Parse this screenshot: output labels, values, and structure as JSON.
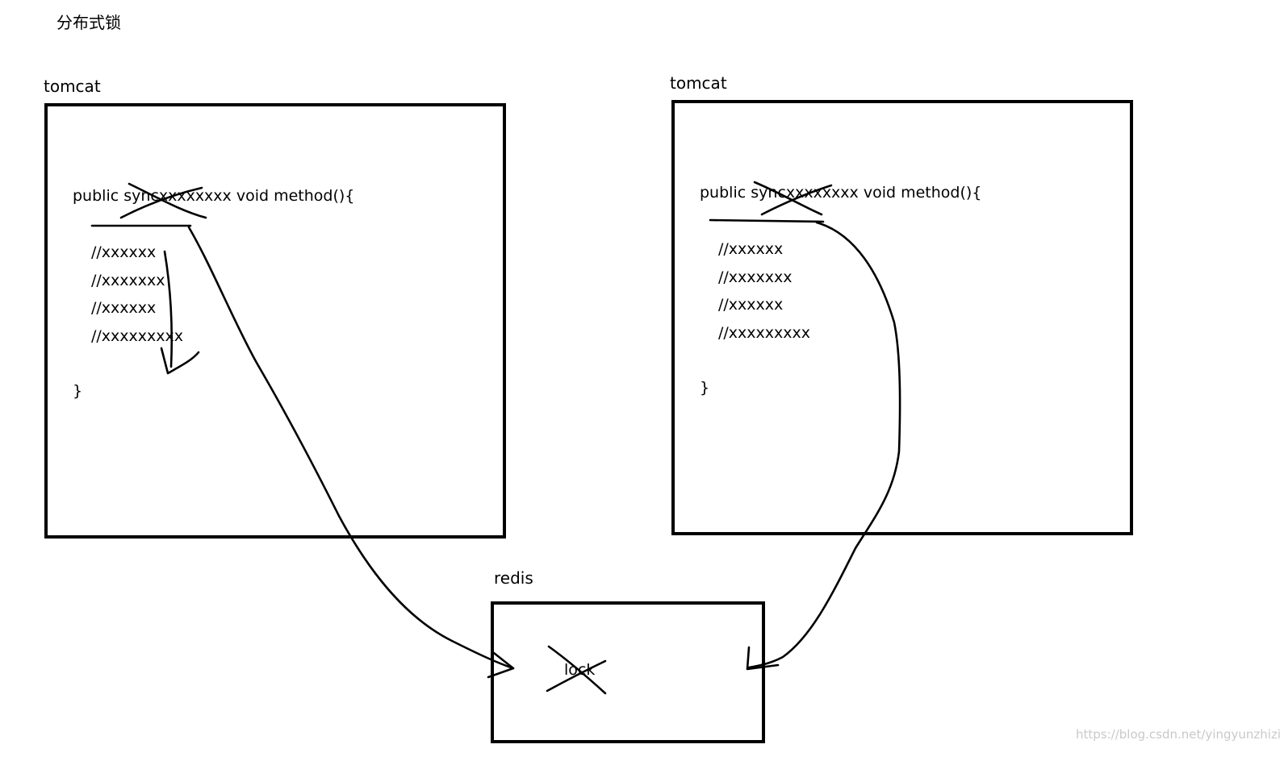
{
  "title": "分布式锁",
  "left_server": {
    "label": "tomcat",
    "signature": "public syncxxxxxxxx void method(){",
    "lines": [
      "//xxxxxx",
      "//xxxxxxx",
      "//xxxxxx",
      "//xxxxxxxxx"
    ],
    "closing": "}"
  },
  "right_server": {
    "label": "tomcat",
    "signature": "public syncxxxxxxxx void method(){",
    "lines": [
      "//xxxxxx",
      "//xxxxxxx",
      "//xxxxxx",
      "//xxxxxxxxx"
    ],
    "closing": "}"
  },
  "redis": {
    "label": "redis",
    "lock_text": "lock"
  },
  "watermark": "https://blog.csdn.net/yingyunzhizi"
}
